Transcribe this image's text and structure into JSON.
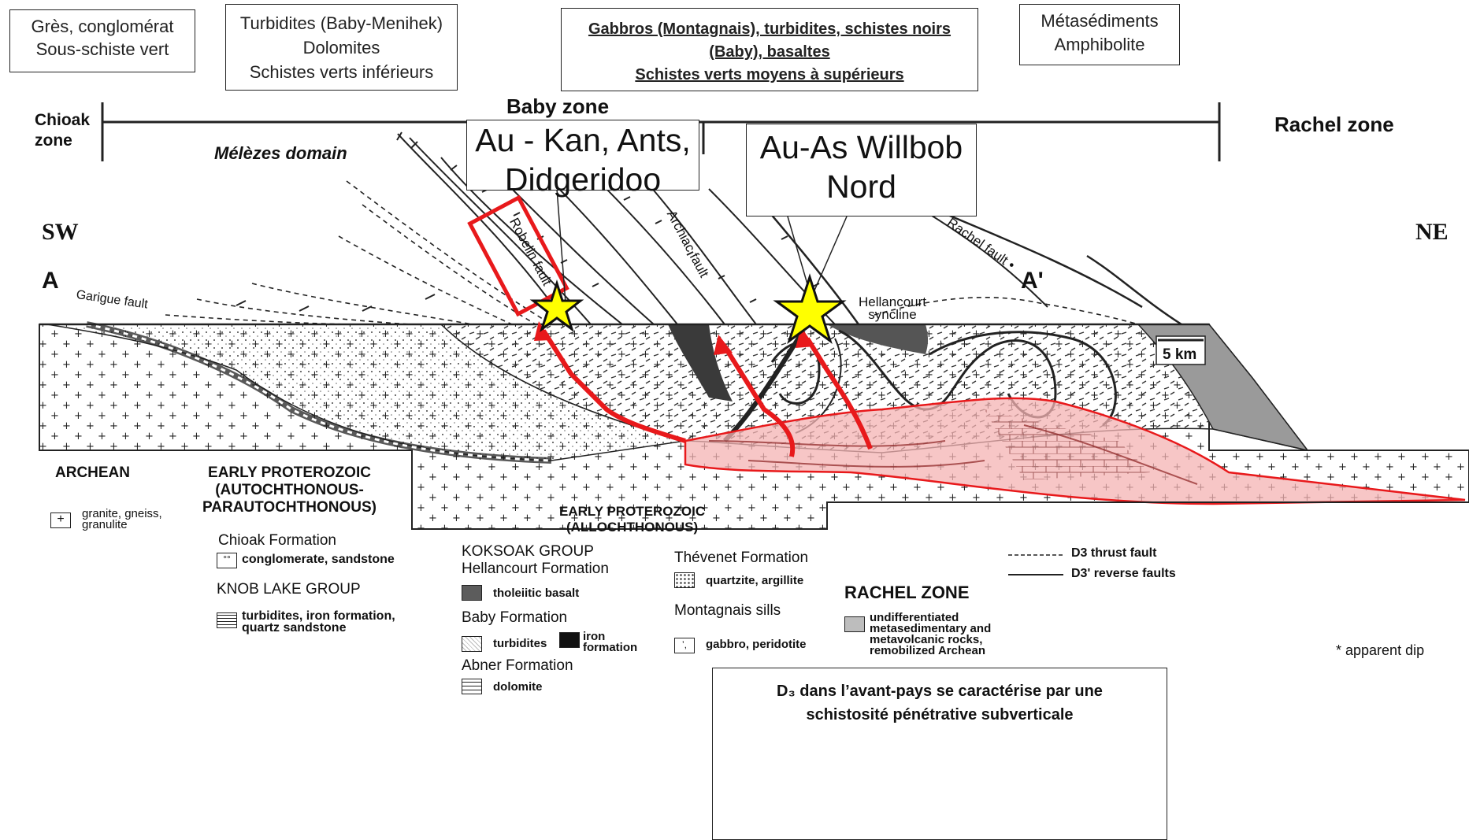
{
  "top_boxes": {
    "box1": [
      "Grès, conglomérat",
      "Sous-schiste vert"
    ],
    "box2": [
      "Turbidites (Baby-Menihek)",
      "Dolomites",
      "Schistes verts inférieurs"
    ],
    "box3": [
      "Gabbros (Montagnais), turbidites, schistes noirs",
      "(Baby), basaltes",
      "Schistes verts moyens à supérieurs"
    ],
    "box4": [
      "Métasédiments",
      "Amphibolite"
    ]
  },
  "zones": {
    "chioak": [
      "Chioak",
      "zone"
    ],
    "baby": "Baby zone",
    "rachel": "Rachel zone",
    "domain": "Mélèzes domain"
  },
  "directions": {
    "sw": "SW",
    "ne": "NE",
    "a": "A",
    "a_prime": "A'"
  },
  "faults": {
    "garigue": "Garigue fault",
    "robelin": "Robelin fault",
    "archiac": "Archiac fault",
    "rachel": "Rachel fault •",
    "hellancourt": [
      "Hellancourt",
      "syncline"
    ]
  },
  "callouts": {
    "left": [
      "Au - Kan, Ants,",
      "Didgeridoo"
    ],
    "right": [
      "Au-As Willbob",
      "Nord"
    ]
  },
  "scale": "5 km",
  "legend": {
    "archean": "ARCHEAN",
    "archean_item": [
      "granite, gneiss,",
      "granulite"
    ],
    "ep_auto": [
      "EARLY PROTEROZOIC",
      "(AUTOCHTHONOUS-",
      "PARAUTOCHTHONOUS)"
    ],
    "chioak_formation": "Chioak Formation",
    "chioak_item": "conglomerate, sandstone",
    "knob_lake": "KNOB LAKE GROUP",
    "knob_item": [
      "turbidites, iron formation,",
      "quartz sandstone"
    ],
    "ep_allo": [
      "EARLY PROTEROZOIC",
      "(ALLOCHTHONOUS)"
    ],
    "koksoak": "KOKSOAK GROUP",
    "hellancourt_formation": "Hellancourt Formation",
    "basalt": "tholeiitic basalt",
    "baby_formation": "Baby Formation",
    "turbidites": "turbidites",
    "iron": [
      "iron",
      "formation"
    ],
    "abner": "Abner Formation",
    "dolomite": "dolomite",
    "thevenet": "Thévenet Formation",
    "quartzite": "quartzite, argillite",
    "montagnais": "Montagnais sills",
    "gabbro": "gabbro, peridotite",
    "rachel_zone": "RACHEL ZONE",
    "rachel_item": [
      "undifferentiated",
      "metasedimentary and",
      "metavolcanic rocks,",
      "remobilized Archean"
    ],
    "d3_thrust": "D3 thrust fault",
    "d3_reverse": "D3' reverse faults",
    "apparent_dip": "* apparent dip"
  },
  "note": [
    "D₃ dans l’avant-pays se caractérise par une",
    "schistosité pénétrative subverticale"
  ],
  "colors": {
    "red": "#e8191b",
    "pink": "#f4b3b3",
    "star": "#ffff00",
    "dark": "#222222"
  }
}
